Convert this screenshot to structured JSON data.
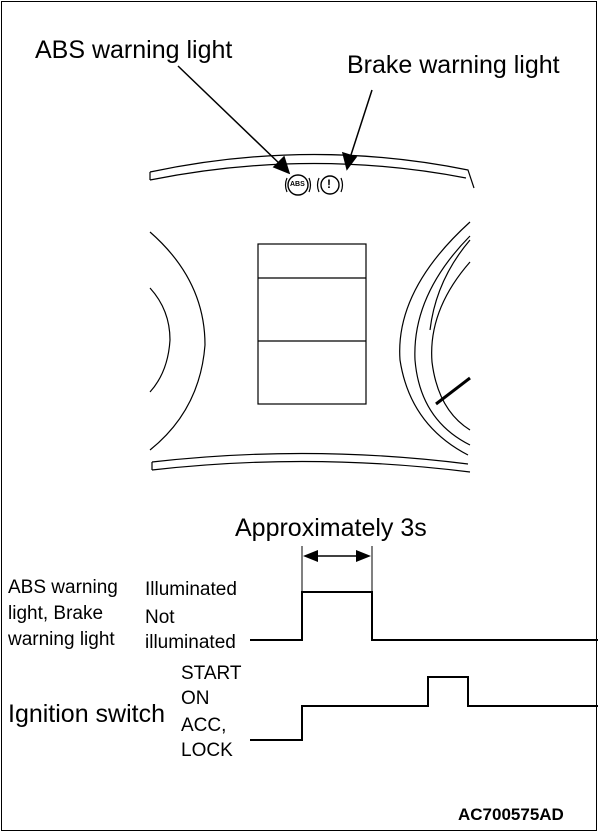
{
  "callouts": {
    "abs_warning_light": "ABS warning light",
    "brake_warning_light": "Brake warning light"
  },
  "indicators": {
    "abs_symbol": "ABS",
    "brake_symbol": "!"
  },
  "timing": {
    "duration_label": "Approximately 3s",
    "warning_row": {
      "label_lines": [
        "ABS warning",
        "light, Brake",
        "warning light"
      ],
      "state_high": "Illuminated",
      "state_low_lines": [
        "Not",
        "illuminated"
      ]
    },
    "ignition_row": {
      "label": "Ignition switch",
      "states": [
        "START",
        "ON",
        "ACC,",
        "LOCK"
      ]
    }
  },
  "figure_code": "AC700575AD"
}
